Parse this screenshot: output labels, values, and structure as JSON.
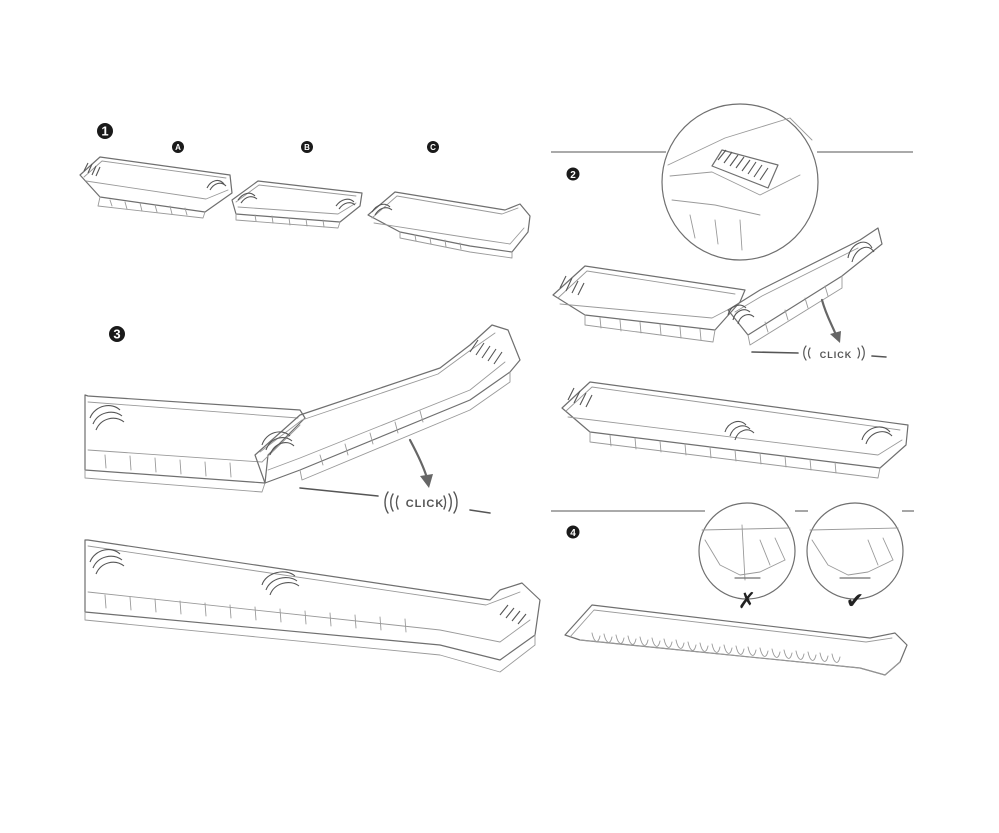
{
  "steps": [
    {
      "number": "1"
    },
    {
      "number": "2"
    },
    {
      "number": "3"
    },
    {
      "number": "4"
    }
  ],
  "parts": [
    {
      "label": "A"
    },
    {
      "label": "B"
    },
    {
      "label": "C"
    }
  ],
  "sound_label": "CLICK",
  "check_marks": {
    "wrong": "✗",
    "right": "✔"
  },
  "colors": {
    "line": "#6f6f6f",
    "badge": "#1a1a1a",
    "background": "#ffffff"
  }
}
